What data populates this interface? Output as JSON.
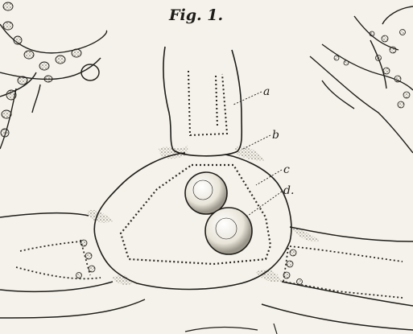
{
  "figure": {
    "title": "Fig. 1.",
    "labels": {
      "a": "a",
      "b": "b",
      "c": "c",
      "d": "d."
    }
  },
  "colors": {
    "ink": "#1f1d19",
    "paper": "#f4f2ea",
    "stipple": "#b9b5aa"
  }
}
